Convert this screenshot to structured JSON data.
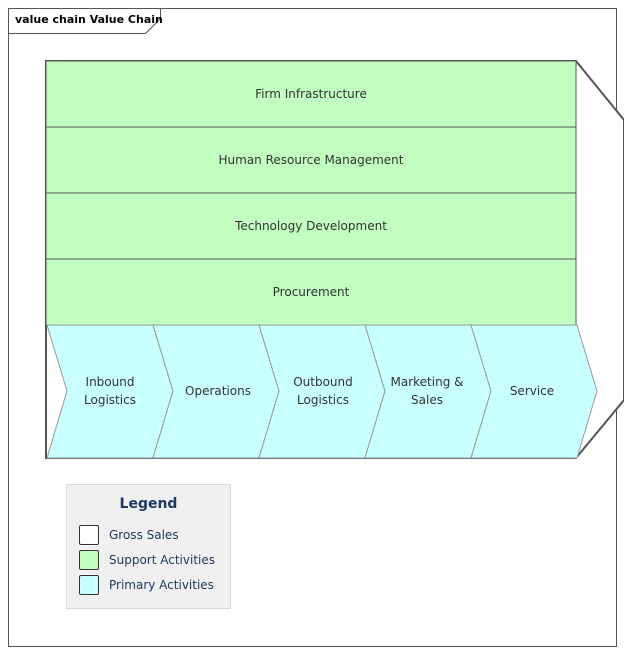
{
  "frame": {
    "title": "value chain Value Chain"
  },
  "support_activities": [
    {
      "label": "Firm Infrastructure"
    },
    {
      "label": "Human Resource Management"
    },
    {
      "label": "Technology Development"
    },
    {
      "label": "Procurement"
    }
  ],
  "primary_activities": [
    {
      "line1": "Inbound Logistics",
      "line2": ""
    },
    {
      "line1": "Operations",
      "line2": ""
    },
    {
      "line1": "Outbound",
      "line2": "Logistics"
    },
    {
      "line1": "Marketing &",
      "line2": "Sales"
    },
    {
      "line1": "Service",
      "line2": ""
    }
  ],
  "legend": {
    "title": "Legend",
    "items": [
      {
        "label": "Gross Sales",
        "color": "#ffffff"
      },
      {
        "label": "Support Activities",
        "color": "#c0ffc0"
      },
      {
        "label": "Primary Activities",
        "color": "#c8ffff"
      }
    ]
  },
  "colors": {
    "support": "#c0ffc0",
    "primary": "#c8ffff",
    "border": "#555555"
  }
}
